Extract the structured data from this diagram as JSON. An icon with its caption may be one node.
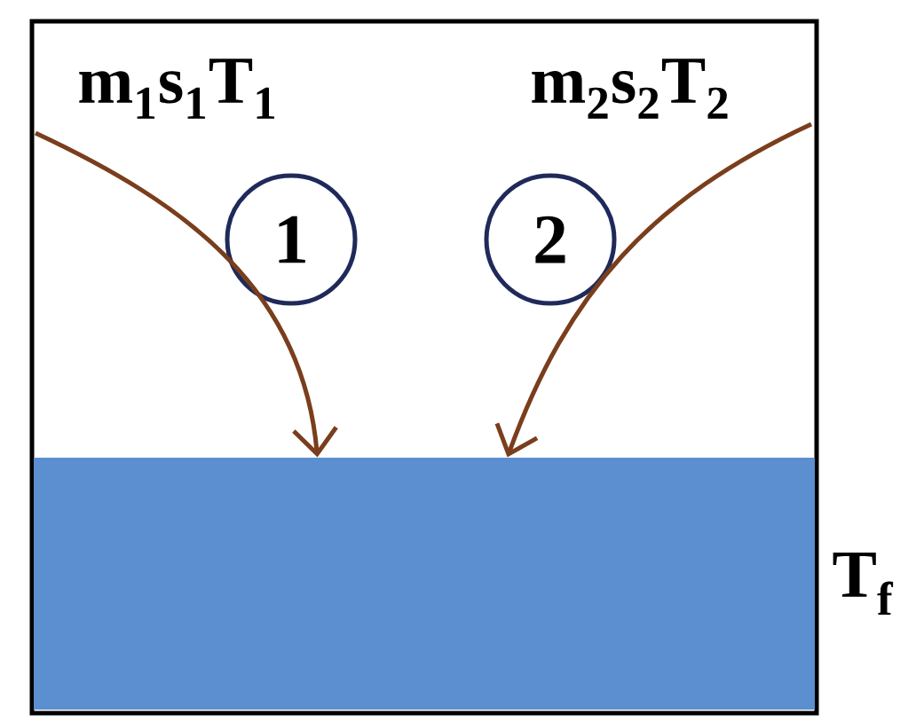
{
  "diagram": {
    "nodes": [
      {
        "text": [],
        "shape": "box"
      },
      {
        "text": [],
        "shape": "box",
        "in": 0,
        "beside": [
          "T$_{f}$"
        ]
      },
      {
        "text": [
          "1"
        ],
        "in": 0
      },
      {
        "text": [
          "2"
        ],
        "in": 0
      }
    ],
    "edges": [
      {
        "from": null,
        "to": 1,
        "arrow": "to"
      },
      {
        "from": null,
        "to": 1,
        "arrow": "to"
      }
    ],
    "labels": [
      "m$_{1}$s$_{1}$T$_{1}$",
      "m$_{2}$s$_{2}$T$_{2}$"
    ]
  }
}
